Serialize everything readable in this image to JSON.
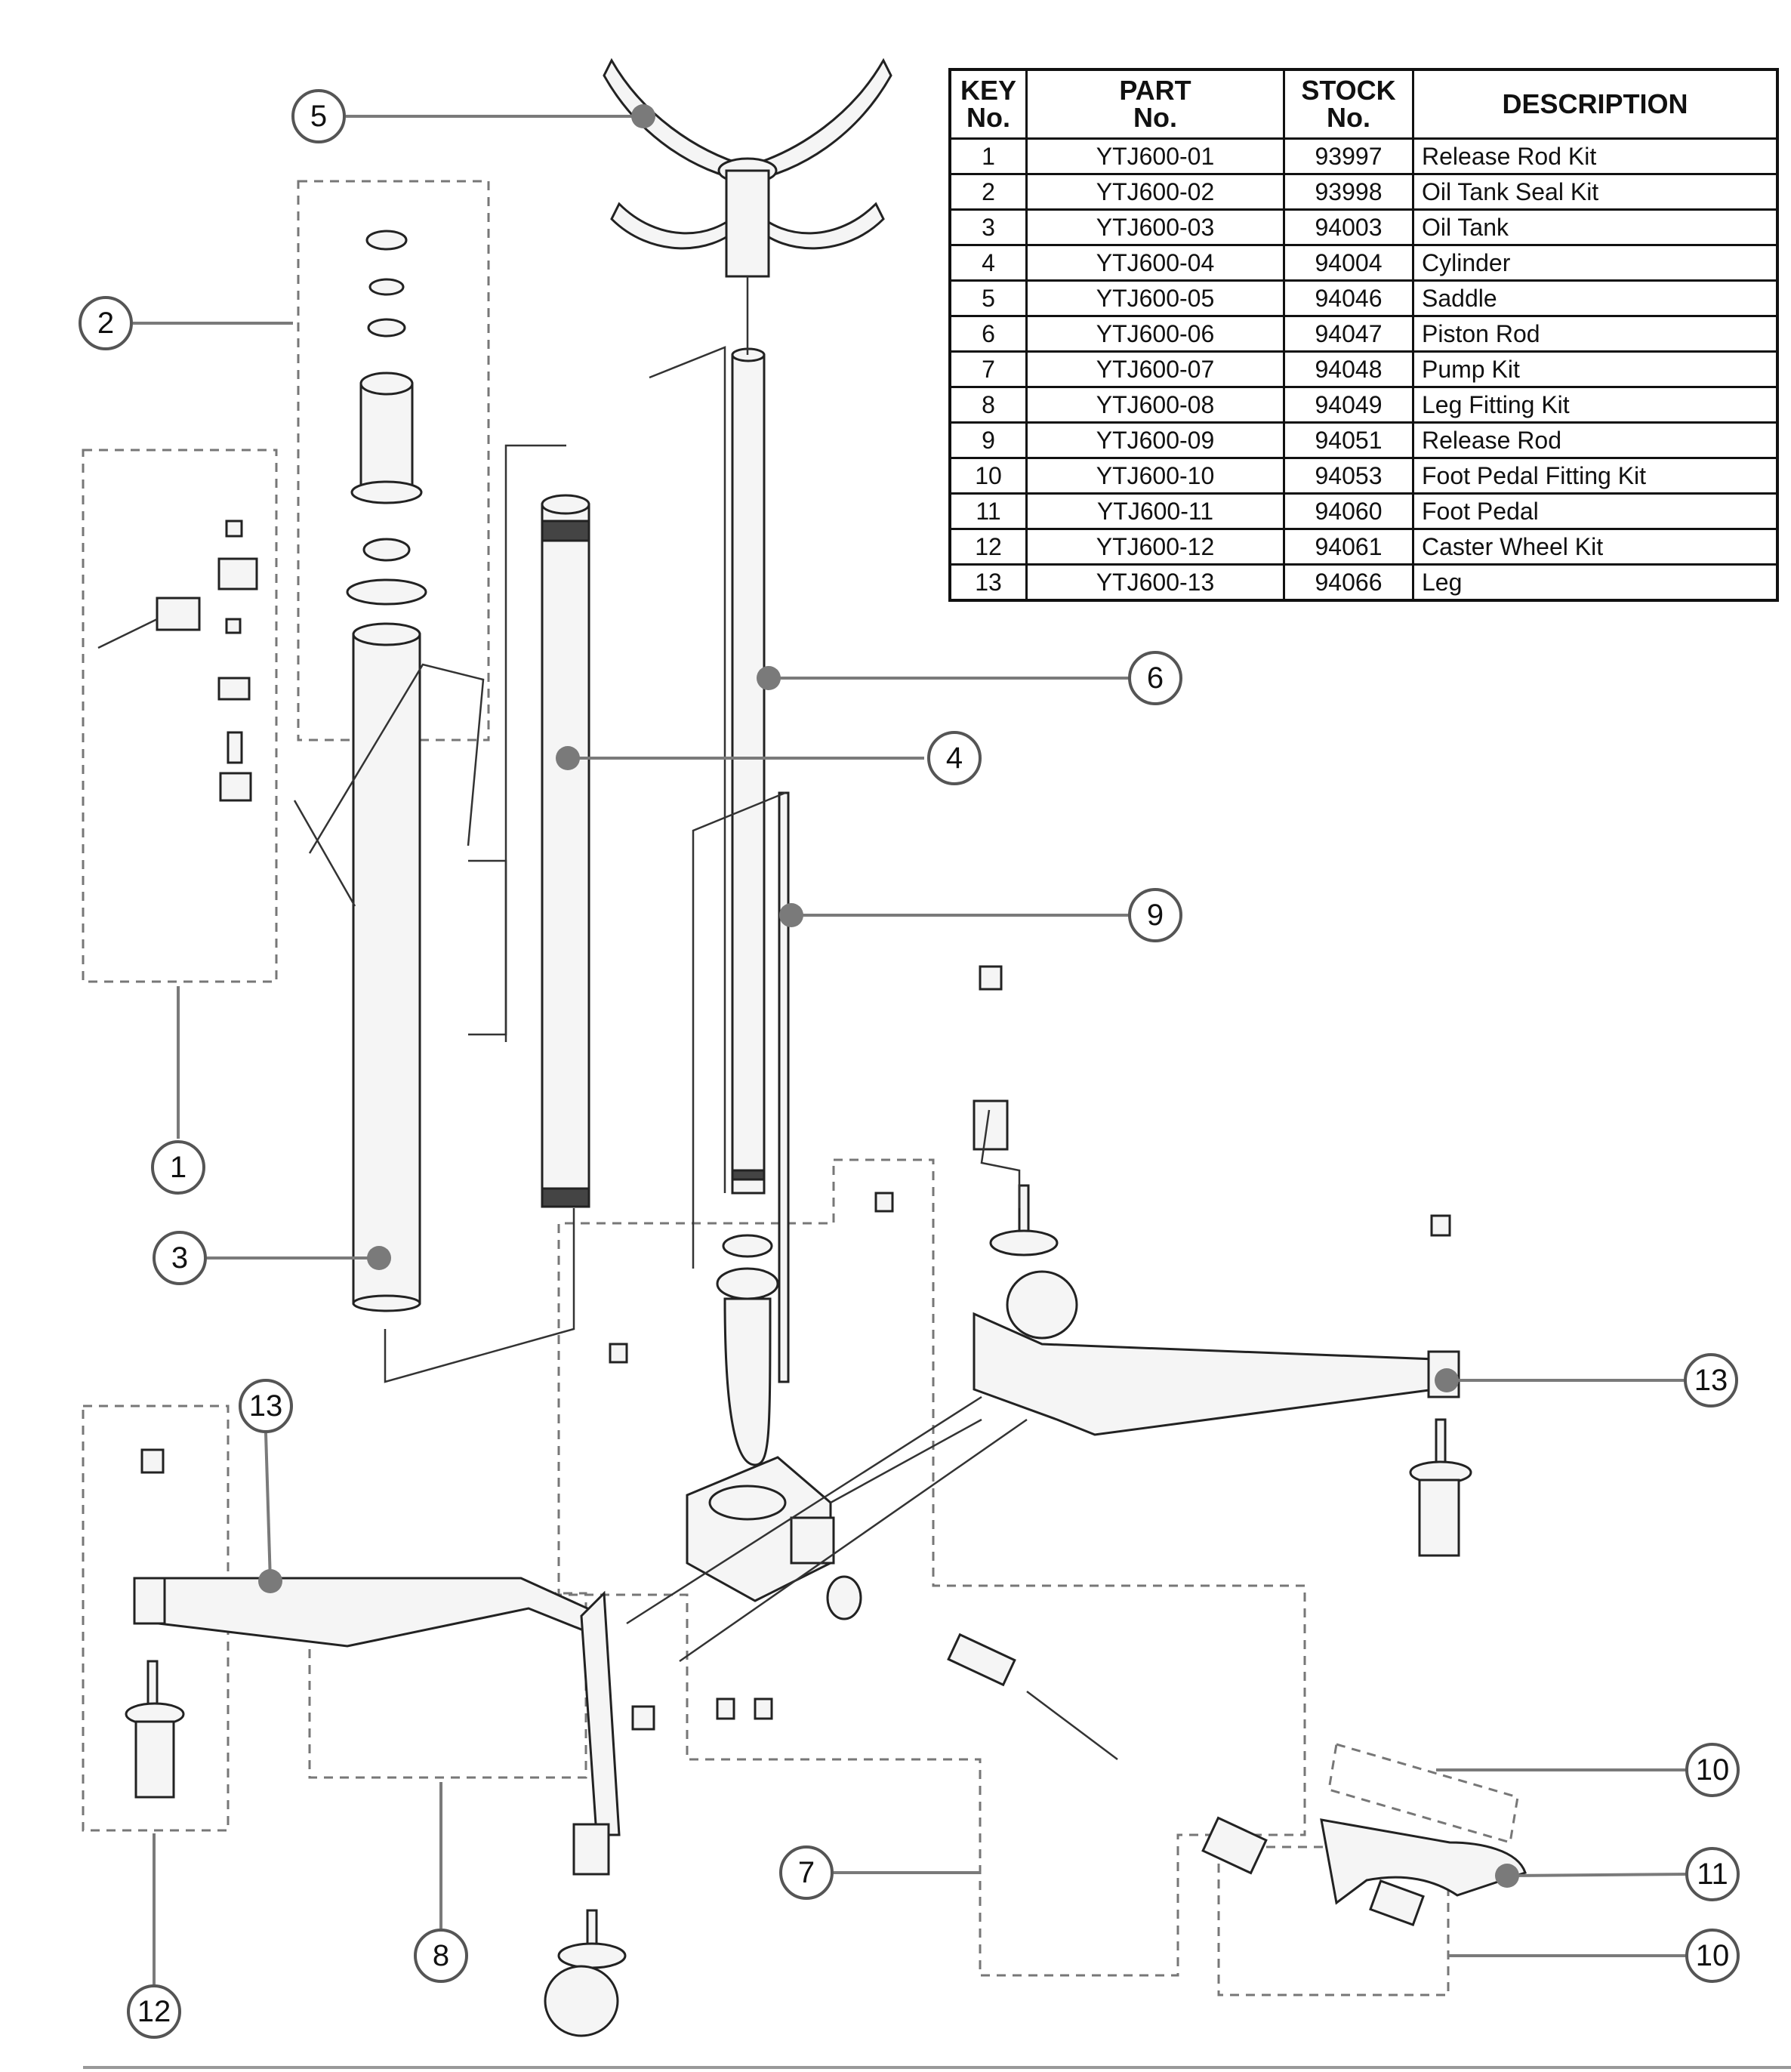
{
  "table": {
    "headers": [
      {
        "l1": "KEY",
        "l2": "No."
      },
      {
        "l1": "PART",
        "l2": "No."
      },
      {
        "l1": "STOCK",
        "l2": "No."
      },
      {
        "l1": "DESCRIPTION",
        "l2": ""
      }
    ],
    "rows": [
      {
        "key": "1",
        "part": "YTJ600-01",
        "stock": "93997",
        "desc": "Release Rod Kit"
      },
      {
        "key": "2",
        "part": "YTJ600-02",
        "stock": "93998",
        "desc": "Oil Tank Seal Kit"
      },
      {
        "key": "3",
        "part": "YTJ600-03",
        "stock": "94003",
        "desc": "Oil Tank"
      },
      {
        "key": "4",
        "part": "YTJ600-04",
        "stock": "94004",
        "desc": "Cylinder"
      },
      {
        "key": "5",
        "part": "YTJ600-05",
        "stock": "94046",
        "desc": "Saddle"
      },
      {
        "key": "6",
        "part": "YTJ600-06",
        "stock": "94047",
        "desc": "Piston Rod"
      },
      {
        "key": "7",
        "part": "YTJ600-07",
        "stock": "94048",
        "desc": "Pump Kit"
      },
      {
        "key": "8",
        "part": "YTJ600-08",
        "stock": "94049",
        "desc": "Leg Fitting Kit"
      },
      {
        "key": "9",
        "part": "YTJ600-09",
        "stock": "94051",
        "desc": "Release Rod"
      },
      {
        "key": "10",
        "part": "YTJ600-10",
        "stock": "94053",
        "desc": "Foot Pedal Fitting Kit"
      },
      {
        "key": "11",
        "part": "YTJ600-11",
        "stock": "94060",
        "desc": "Foot Pedal"
      },
      {
        "key": "12",
        "part": "YTJ600-12",
        "stock": "94061",
        "desc": "Caster Wheel Kit"
      },
      {
        "key": "13",
        "part": "YTJ600-13",
        "stock": "94066",
        "desc": "Leg"
      }
    ]
  },
  "callouts": [
    "5",
    "2",
    "1",
    "3",
    "4",
    "6",
    "9",
    "13",
    "13",
    "12",
    "8",
    "7",
    "10",
    "11",
    "10"
  ]
}
